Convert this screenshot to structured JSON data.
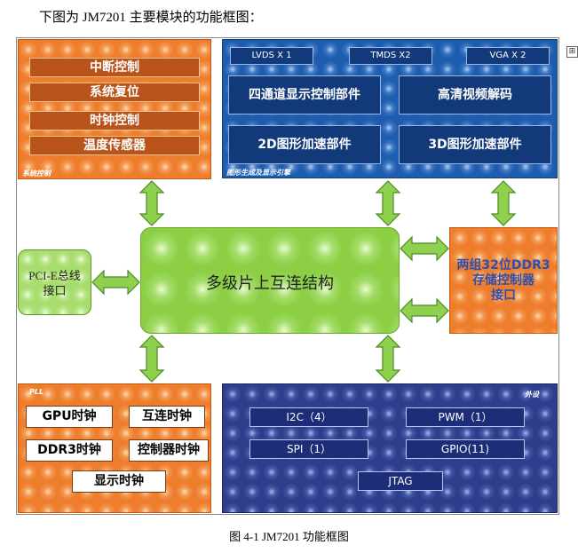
{
  "intro": "下图为 JM7201 主要模块的功能框图：",
  "caption": "图  4-1 JM7201 功能框图",
  "corner_icon": "⊞",
  "system_control": {
    "label": "系统控制",
    "items": [
      "中断控制",
      "系统复位",
      "时钟控制",
      "温度传感器"
    ]
  },
  "graphics_engine": {
    "label": "图形生成及显示引擎",
    "outputs": [
      "LVDS X 1",
      "TMDS X2",
      "VGA X 2"
    ],
    "modules": [
      "四通道显示控制部件",
      "高清视频解码",
      "2D图形加速部件",
      "3D图形加速部件"
    ]
  },
  "interconnect": {
    "label": "多级片上互连结构"
  },
  "pcie": {
    "label_line1": "PCI-E总线",
    "label_line2": "接口"
  },
  "ddr": {
    "line1": "两组32位DDR3",
    "line2": "存储控制器",
    "line3": "接口"
  },
  "pll": {
    "label": "PLL",
    "items": [
      "GPU时钟",
      "互连时钟",
      "DDR3时钟",
      "控制器时钟",
      "显示时钟"
    ]
  },
  "peripherals": {
    "label": "外设",
    "items": [
      "I2C（4）",
      "PWM（1）",
      "SPI（1）",
      "GPIO(11)",
      "JTAG"
    ]
  },
  "colors": {
    "arrow_fill": "#8fd14f",
    "arrow_stroke": "#4e8a23",
    "orange": "#ee7e2e",
    "blue": "#1e5cae",
    "green": "#8ccf45",
    "navy": "#2d3f8c"
  }
}
